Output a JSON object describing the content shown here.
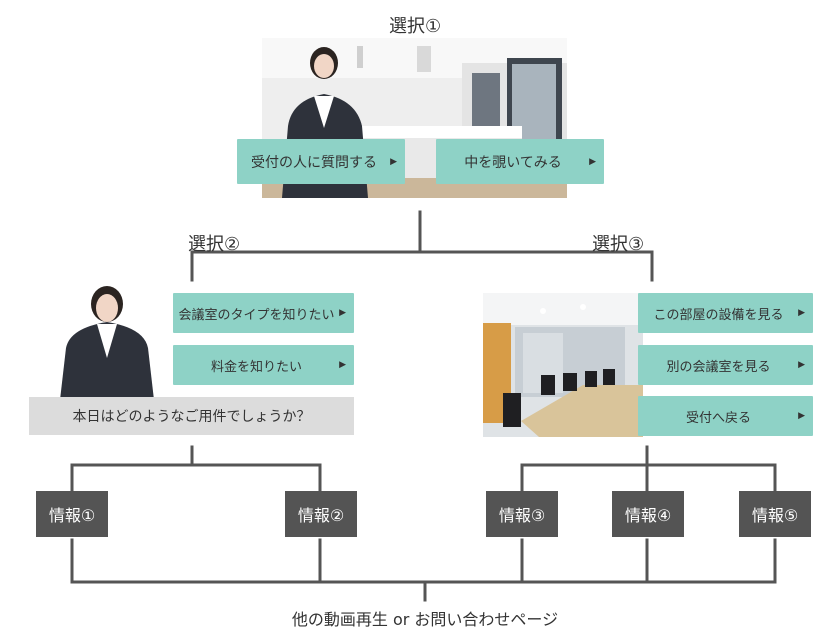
{
  "colors": {
    "button_bg": "#8ed2c6",
    "info_bg": "#545454",
    "line": "#555555",
    "greet_bg": "#dcdcdc"
  },
  "choice1": {
    "title": "選択①",
    "buttons": [
      "受付の人に質問する",
      "中を覗いてみる"
    ]
  },
  "choice2": {
    "title": "選択②",
    "buttons": [
      "会議室のタイプを知りたい",
      "料金を知りたい"
    ],
    "greeting": "本日はどのようなご用件でしょうか？"
  },
  "choice3": {
    "title": "選択③",
    "buttons": [
      "この部屋の設備を見る",
      "別の会議室を見る",
      "受付へ戻る"
    ]
  },
  "info": [
    "情報①",
    "情報②",
    "情報③",
    "情報④",
    "情報⑤"
  ],
  "footer": "他の動画再生 or お問い合わせページ",
  "icons": {
    "arrow": "triangle-right-icon"
  }
}
